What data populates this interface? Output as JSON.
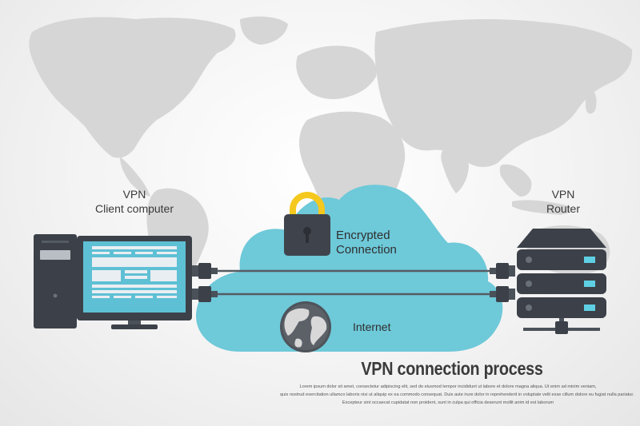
{
  "client": {
    "title": "VPN",
    "subtitle": "Client computer"
  },
  "router": {
    "title": "VPN",
    "subtitle": "Router"
  },
  "cloud": {
    "encrypted_label": "Encrypted Connection",
    "internet_label": "Internet"
  },
  "caption": {
    "title": "VPN connection process",
    "lines": [
      "Lorem ipsum dolor sit amet, consectetur adipiscing elit, sed do eiusmod tempor incididunt ut labore et dolore magna aliqua. Ut enim ad minim veniam,",
      "quis nostrud exercitation ullamco laboris nisi ut aliquip ex ea commodo consequat. Duis aute irure dolor in reprehenderit in voluptate velit esse cillum dolore eu fugiat nulla pariatur.",
      "Excepteur sint occaecat cupidatat non proident, sunt in culpa qui officia deserunt mollit anim id est laborum"
    ]
  },
  "colors": {
    "cloud": "#6ec9d9",
    "device_dark": "#3c4149",
    "device_mid": "#4b5159",
    "screen": "#5ec0d5",
    "router_light": "#5fd0e4",
    "lock_shackle": "#f5c81e",
    "map": "#d9d9d9"
  }
}
